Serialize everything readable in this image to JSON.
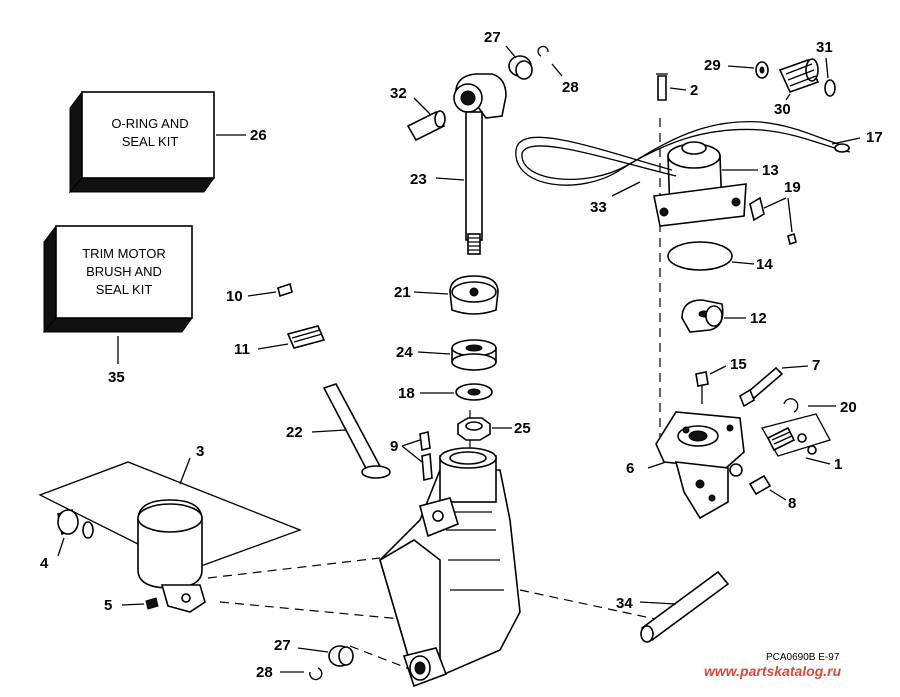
{
  "kits": {
    "oring_seal": {
      "line1": "O-RING AND",
      "line2": "SEAL KIT",
      "number": "26"
    },
    "trim_motor": {
      "line1": "TRIM MOTOR",
      "line2": "BRUSH AND",
      "line3": "SEAL KIT",
      "number": "35"
    }
  },
  "callouts": [
    "1",
    "2",
    "3",
    "4",
    "5",
    "6",
    "7",
    "8",
    "9",
    "10",
    "11",
    "12",
    "13",
    "14",
    "15",
    "17",
    "18",
    "19",
    "20",
    "21",
    "22",
    "23",
    "24",
    "25",
    "27",
    "27",
    "28",
    "28",
    "29",
    "30",
    "31",
    "32",
    "33",
    "34"
  ],
  "drawing_code": "PCA0690B  E-97",
  "watermark": "www.partskatalog.ru",
  "colors": {
    "lines": "#000000",
    "background": "#ffffff",
    "watermark": "#d44a3c"
  }
}
